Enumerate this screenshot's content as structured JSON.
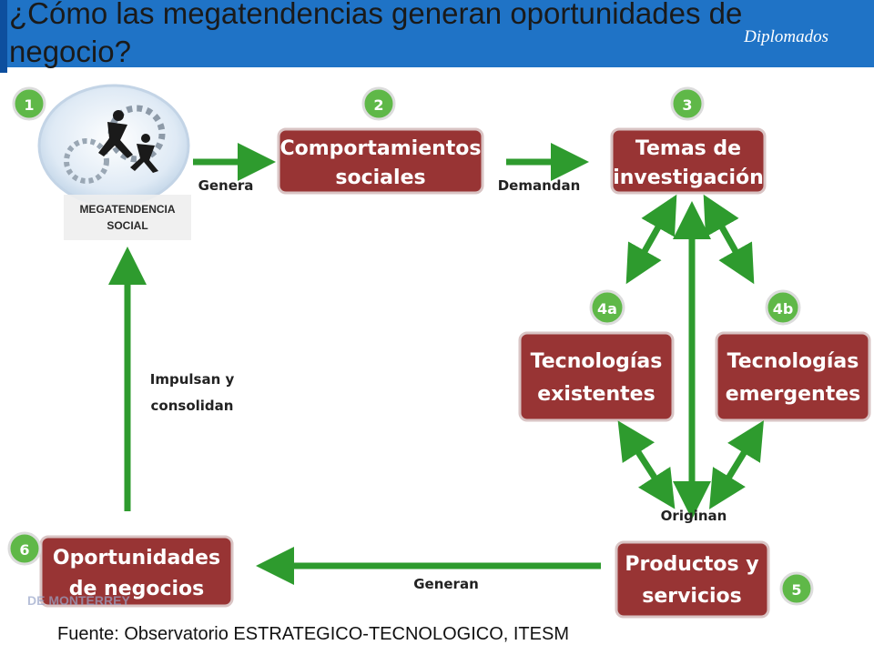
{
  "header": {
    "title": "¿Cómo las megatendencias generan oportunidades de negocio?",
    "brand": "Diplomados"
  },
  "diagram": {
    "colors": {
      "box": "#983434",
      "arrow": "#2e9b2e",
      "badge": "#5fb848",
      "text": "#ffffff"
    },
    "badges": {
      "b1": "1",
      "b2": "2",
      "b3": "3",
      "b4a": "4a",
      "b4b": "4b",
      "b5": "5",
      "b6": "6"
    },
    "nodes": {
      "megatendencia": "MEGATENDENCIA SOCIAL",
      "comportamientos": [
        "Comportamientos",
        "sociales"
      ],
      "temas": [
        "Temas de",
        "investigación"
      ],
      "tec_existentes": [
        "Tecnologías",
        "existentes"
      ],
      "tec_emergentes": [
        "Tecnologías",
        "emergentes"
      ],
      "productos": [
        "Productos y",
        "servicios"
      ],
      "oportunidades": [
        "Oportunidades",
        "de negocios"
      ]
    },
    "edges": {
      "genera": "Genera",
      "demandan": "Demandan",
      "impulsan": [
        "Impulsan y",
        "consolidan"
      ],
      "originan": "Originan",
      "generan": "Generan"
    }
  },
  "footer": {
    "source": "Fuente: Observatorio ESTRATEGICO-TECNOLOGICO, ITESM",
    "watermark": "DE MONTERREY"
  }
}
